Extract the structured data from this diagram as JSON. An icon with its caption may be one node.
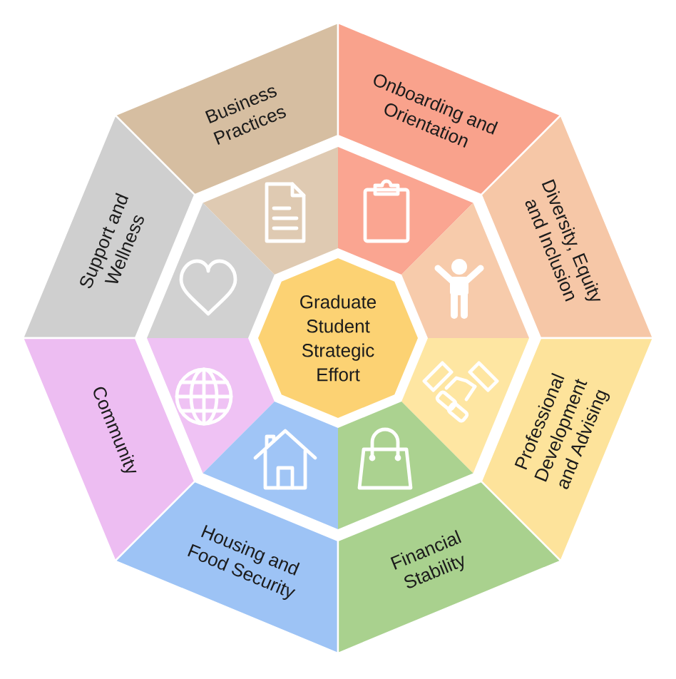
{
  "diagram": {
    "nodes": [
      {
        "text": [
          "Graduate Student Strategic Effort"
        ]
      },
      {
        "text": [
          "Business Practices"
        ]
      },
      {
        "text": [
          "Onboarding and Orientation"
        ]
      },
      {
        "text": [
          "Support and Wellness"
        ]
      },
      {
        "text": [
          "Diversity, Equity and Inclusion"
        ]
      },
      {
        "text": [
          "Community"
        ]
      },
      {
        "text": [
          "Professional Development and Advising"
        ]
      },
      {
        "text": [
          "Housing and Food Security"
        ]
      },
      {
        "text": [
          "Financial Stability"
        ]
      },
      {
        "text": [],
        "shape": "picture"
      },
      {
        "text": [],
        "shape": "picture"
      },
      {
        "text": [],
        "shape": "picture"
      },
      {
        "text": [],
        "shape": "picture"
      },
      {
        "text": [],
        "shape": "picture"
      },
      {
        "text": [],
        "shape": "picture"
      },
      {
        "text": [],
        "shape": "picture"
      },
      {
        "text": [],
        "shape": "picture"
      }
    ]
  }
}
